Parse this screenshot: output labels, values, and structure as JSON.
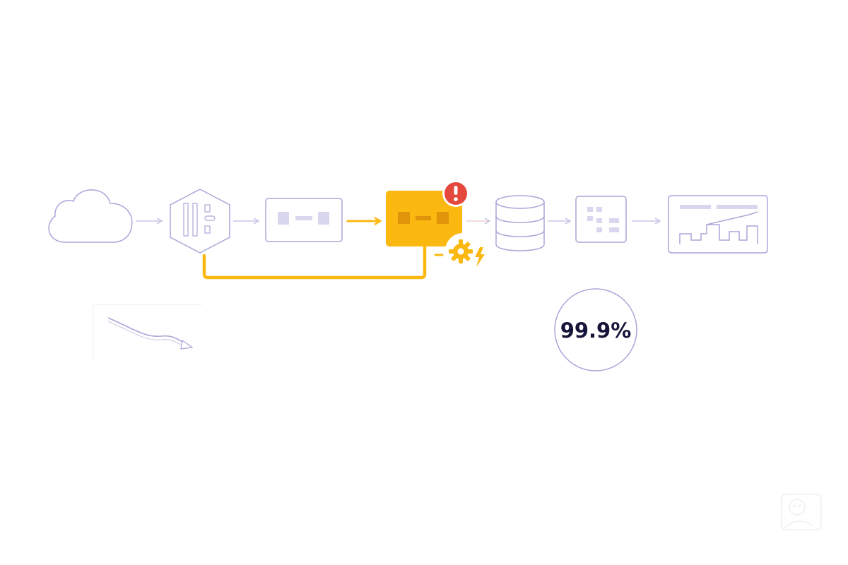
{
  "diagram": {
    "colors": {
      "outline": "#a9a6d8",
      "fill_soft": "#d9d7ef",
      "arrow": "#c9c7e6",
      "highlight": "#fbb810",
      "highlight_dark": "#e0940a",
      "alert": "#e5483d",
      "stat_text": "#15153a",
      "faint": "#dcdcec"
    },
    "pipeline": [
      {
        "name": "cloud-source-icon",
        "state": "normal"
      },
      {
        "name": "hexagon-ingest-icon",
        "state": "normal"
      },
      {
        "name": "queue-box-icon",
        "state": "normal"
      },
      {
        "name": "processing-box-icon",
        "state": "highlighted"
      },
      {
        "name": "database-icon",
        "state": "normal"
      },
      {
        "name": "grid-table-icon",
        "state": "normal"
      },
      {
        "name": "dashboard-chart-icon",
        "state": "normal"
      }
    ],
    "alert_icon": "exclamation-icon",
    "warning_icon": "gear-bolt-icon",
    "stat": {
      "value": "99.9%"
    }
  }
}
